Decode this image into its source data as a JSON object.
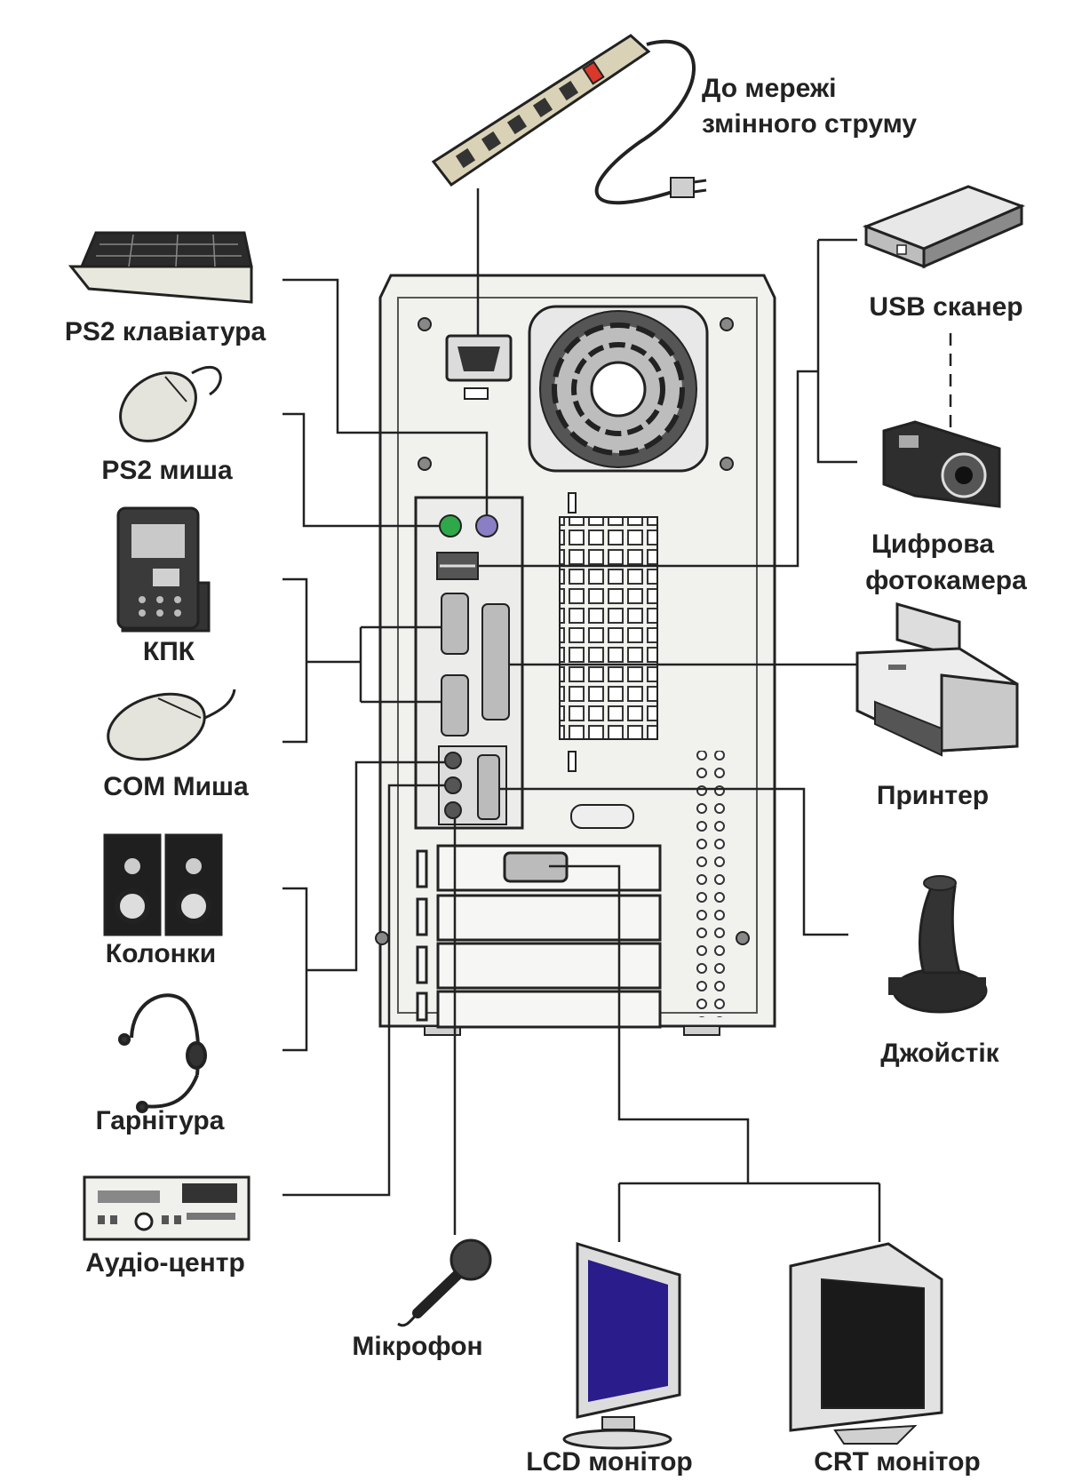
{
  "labels": {
    "power_line1": "До мережі",
    "power_line2": "змінного струму",
    "ps2_keyboard": "PS2 клавіатура",
    "ps2_mouse": "PS2 миша",
    "pda": "КПК",
    "com_mouse": "COM Миша",
    "speakers": "Колонки",
    "headset": "Гарнітура",
    "audio_center": "Аудіо-центр",
    "microphone": "Мікрофон",
    "lcd_monitor": "LCD монітор",
    "crt_monitor": "CRT монітор",
    "usb_scanner": "USB сканер",
    "camera_line1": "Цифрова",
    "camera_line2": "фотокамера",
    "printer": "Принтер",
    "joystick": "Джойстік"
  },
  "colors": {
    "ps2_keyboard_port": "#8a7fc4",
    "ps2_mouse_port": "#2fa84a",
    "lcd_screen": "#2a1c8a",
    "strip_switch": "#d8392b"
  }
}
